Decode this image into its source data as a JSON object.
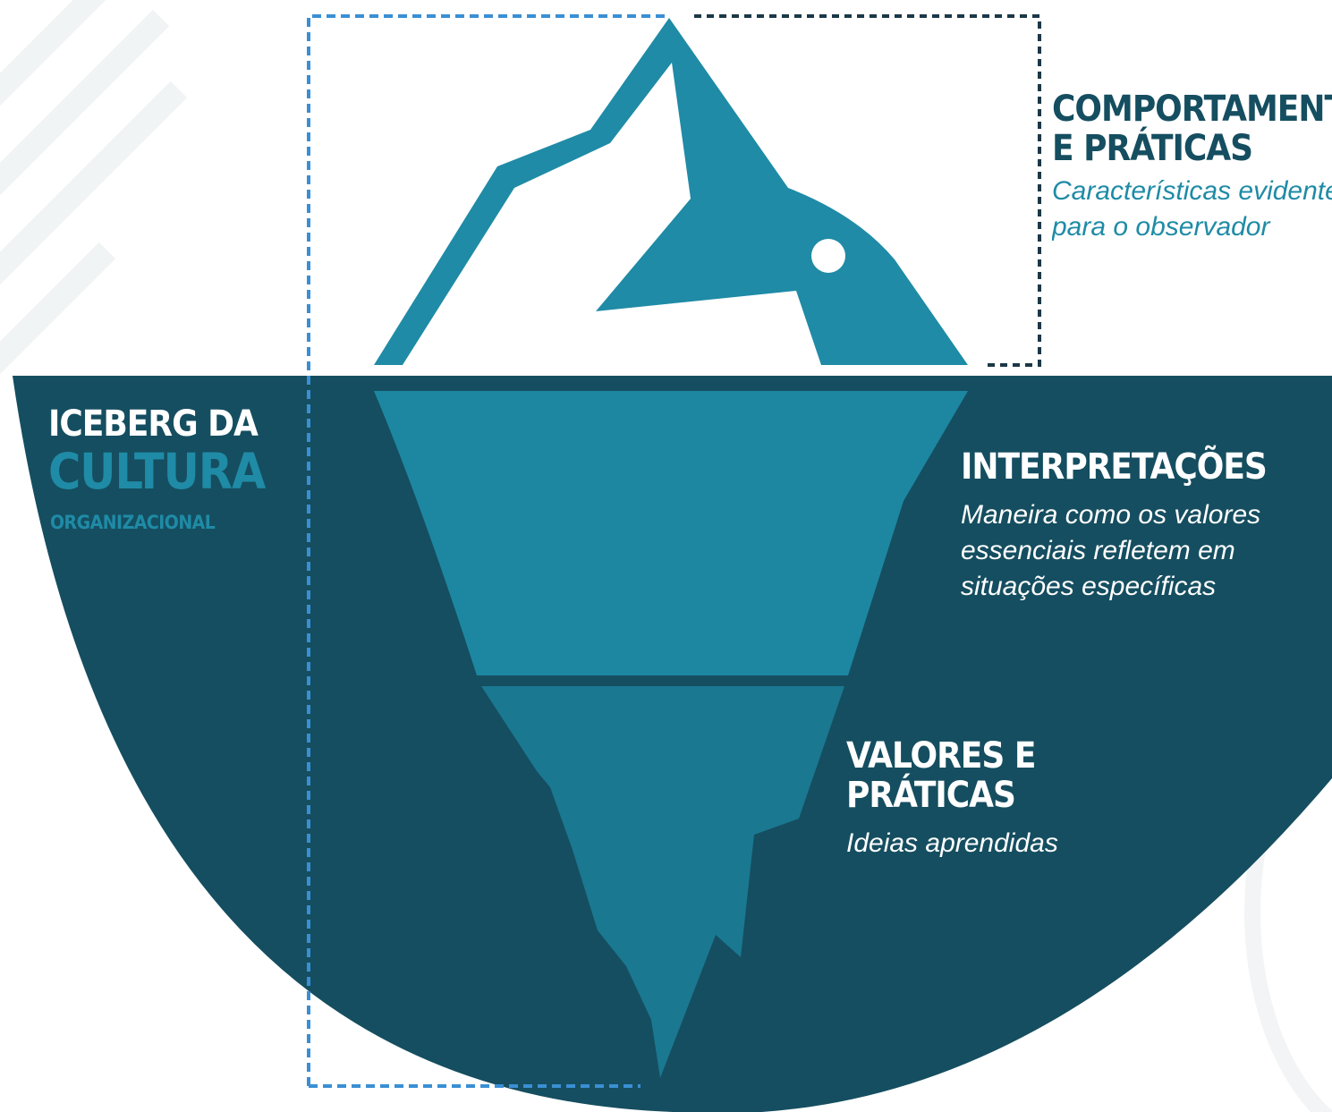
{
  "title": {
    "line1": "ICEBERG DA",
    "line2": "CULTURA",
    "line3": "ORGANIZACIONAL"
  },
  "layers": [
    {
      "heading_line1": "COMPORTAMENTOS",
      "heading_line2": "E PRÁTICAS",
      "desc_line1": "Características evidentes",
      "desc_line2": "para o observador"
    },
    {
      "heading_line1": "INTERPRETAÇÕES",
      "desc_line1": "Maneira como os valores",
      "desc_line2": "essenciais refletem em",
      "desc_line3": "situações específicas"
    },
    {
      "heading_line1": "VALORES E",
      "heading_line2": "PRÁTICAS",
      "desc_line1": "Ideias aprendidas"
    }
  ],
  "colors": {
    "water": "#154e60",
    "ice_top": "#1f8ba6",
    "ice_middle": "#1d87a2",
    "ice_bottom": "#1a7891",
    "accent": "#1f8ba6",
    "dash_blue": "#3a8fd4",
    "dash_dark": "#1b3848",
    "white_text": "#ffffff"
  }
}
